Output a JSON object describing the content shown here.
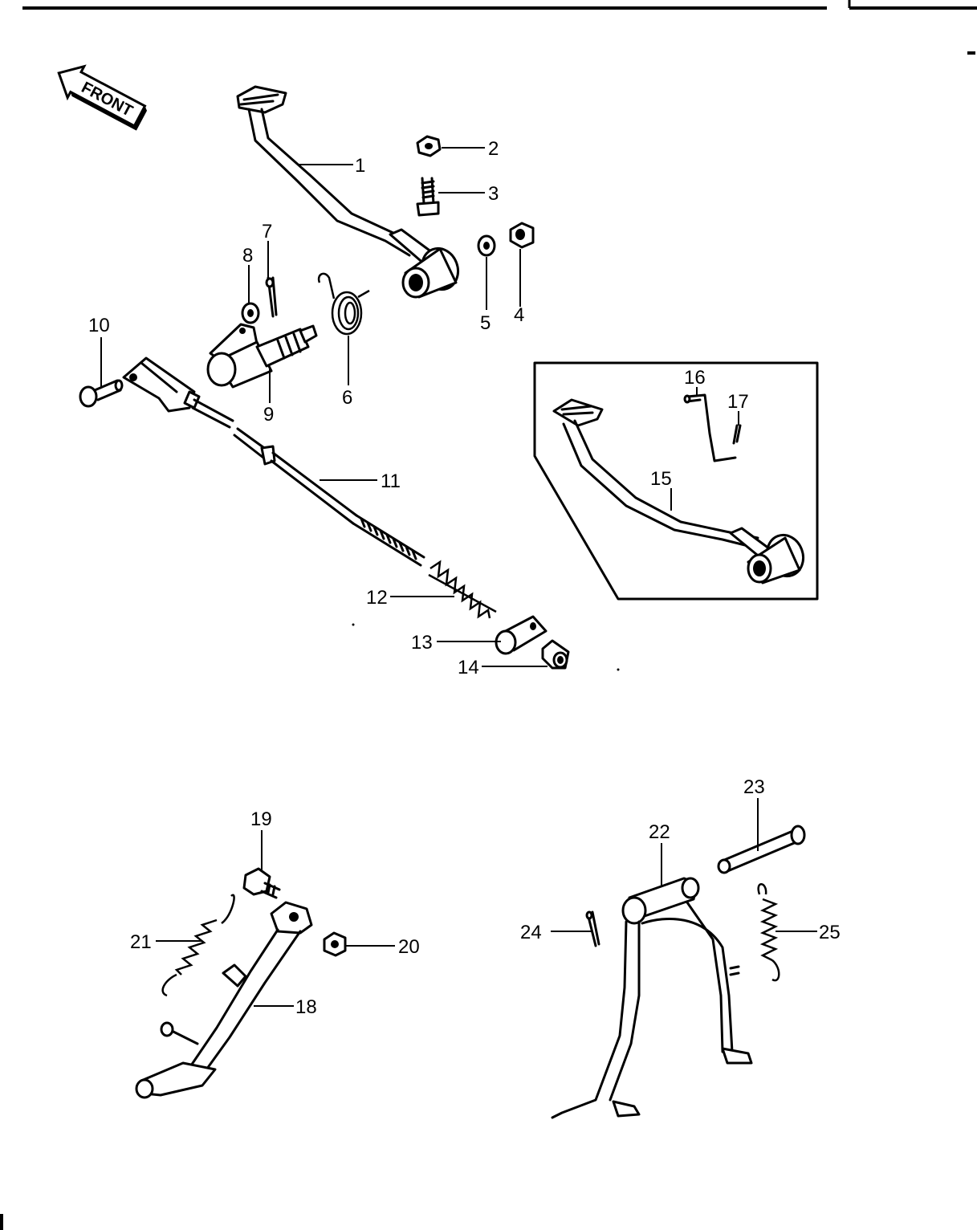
{
  "front_arrow": {
    "label": "FRONT"
  },
  "callouts": [
    {
      "id": "1",
      "label": "1"
    },
    {
      "id": "2",
      "label": "2"
    },
    {
      "id": "3",
      "label": "3"
    },
    {
      "id": "4",
      "label": "4"
    },
    {
      "id": "5",
      "label": "5"
    },
    {
      "id": "6",
      "label": "6"
    },
    {
      "id": "7",
      "label": "7"
    },
    {
      "id": "8",
      "label": "8"
    },
    {
      "id": "9",
      "label": "9"
    },
    {
      "id": "10",
      "label": "10"
    },
    {
      "id": "11",
      "label": "11"
    },
    {
      "id": "12",
      "label": "12"
    },
    {
      "id": "13",
      "label": "13"
    },
    {
      "id": "14",
      "label": "14"
    },
    {
      "id": "15",
      "label": "15"
    },
    {
      "id": "16",
      "label": "16"
    },
    {
      "id": "17",
      "label": "17"
    },
    {
      "id": "18",
      "label": "18"
    },
    {
      "id": "19",
      "label": "19"
    },
    {
      "id": "20",
      "label": "20"
    },
    {
      "id": "21",
      "label": "21"
    },
    {
      "id": "22",
      "label": "22"
    },
    {
      "id": "23",
      "label": "23"
    },
    {
      "id": "24",
      "label": "24"
    },
    {
      "id": "25",
      "label": "25"
    }
  ]
}
